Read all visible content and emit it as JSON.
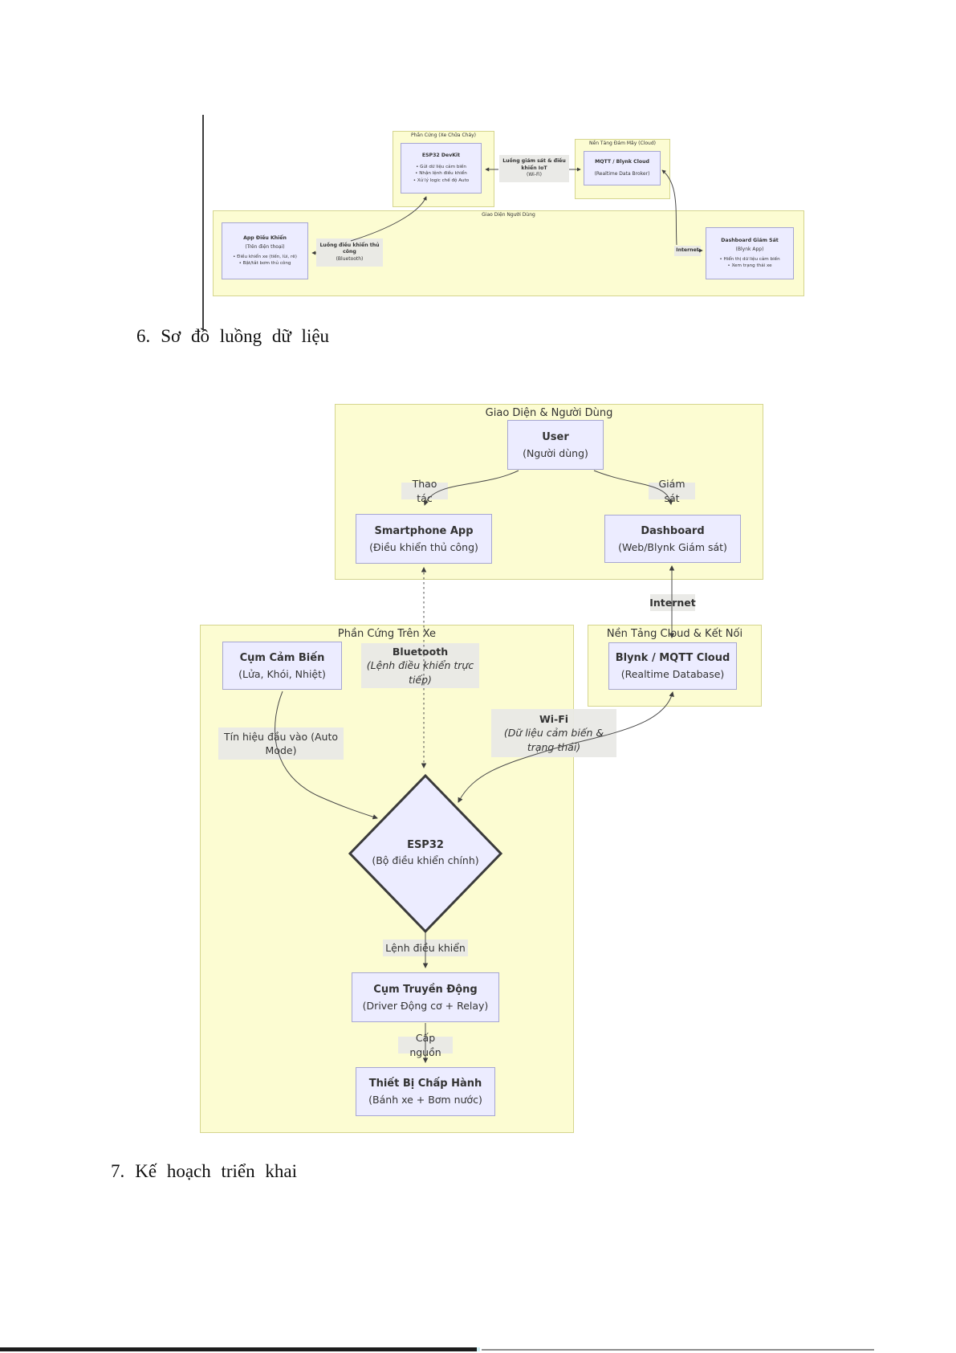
{
  "headings": {
    "h6_number": "6.",
    "h6_text": "Sơ đồ luồng dữ liệu",
    "h7_number": "7.",
    "h7_text": "Kế hoạch triển khai"
  },
  "colors": {
    "group_fill": "#fcfcd2",
    "group_border": "#d5d58e",
    "node_fill": "#ececff",
    "node_border": "#a6a6d2",
    "label_bg": "#e9e9e6",
    "line": "#4a4a4a",
    "diamond_border": "#3b3b3b"
  },
  "top_diagram": {
    "hardware_group_title": "Phần Cứng (Xe Chữa Cháy)",
    "esp32_node": {
      "title": "ESP32 DevKit",
      "bullets": [
        "Gửi dữ liệu cảm biến",
        "Nhận lệnh điều khiển",
        "Xử lý logic chế độ Auto"
      ]
    },
    "wifi_label": {
      "title": "Luồng giám sát & điều khiển IoT",
      "sub": "(Wi-Fi)"
    },
    "cloud_group_title": "Nền Tảng Đám Mây (Cloud)",
    "mqtt_node": {
      "title": "MQTT / Blynk Cloud",
      "sub": "(Realtime Data Broker)"
    },
    "ui_group_title": "Giao Diện Người Dùng",
    "app_node": {
      "title": "App Điều Khiển",
      "sub": "(Trên điện thoại)",
      "bullets": [
        "Điều khiển xe (tiến, lùi, rẽ)",
        "Bật/tắt bơm thủ công"
      ]
    },
    "manual_label": {
      "title": "Luồng điều khiển thủ công",
      "sub": "(Bluetooth)"
    },
    "internet_label": "Internet",
    "dashboard_node": {
      "title": "Dashboard Giám Sát",
      "sub": "(Blynk App)",
      "bullets": [
        "Hiển thị dữ liệu cảm biến",
        "Xem trạng thái xe"
      ]
    }
  },
  "main_diagram": {
    "ui_group_title": "Giao Diện & Người Dùng",
    "user": {
      "title": "User",
      "sub": "(Người dùng)"
    },
    "thao_tac_label": "Thao tác",
    "giam_sat_label": "Giám sát",
    "smartphone": {
      "title": "Smartphone App",
      "sub": "(Điều khiển thủ công)"
    },
    "dashboard": {
      "title": "Dashboard",
      "sub": "(Web/Blynk Giám sát)"
    },
    "internet_label": "Internet",
    "hw_group_title": "Phần Cứng Trên Xe",
    "cloud_group_title": "Nền Tảng Cloud & Kết Nối",
    "blynk": {
      "title": "Blynk / MQTT Cloud",
      "sub": "(Realtime Database)"
    },
    "sensor": {
      "title": "Cụm Cảm Biến",
      "sub": "(Lửa, Khói, Nhiệt)"
    },
    "bluetooth_label": {
      "title": "Bluetooth",
      "sub": "(Lệnh điều khiển trực tiếp)"
    },
    "auto_label": "Tín hiệu đầu vào (Auto Mode)",
    "wifi_label": {
      "title": "Wi-Fi",
      "sub": "(Dữ liệu cảm biến & trạng thái)"
    },
    "esp32": {
      "title": "ESP32",
      "sub": "(Bộ điều khiển chính)"
    },
    "lenh_label": "Lệnh điều khiển",
    "drive": {
      "title": "Cụm Truyền Động",
      "sub": "(Driver Động cơ + Relay)"
    },
    "cap_nguon_label": "Cấp nguồn",
    "actuator": {
      "title": "Thiết Bị Chấp Hành",
      "sub": "(Bánh xe + Bơm nước)"
    }
  }
}
